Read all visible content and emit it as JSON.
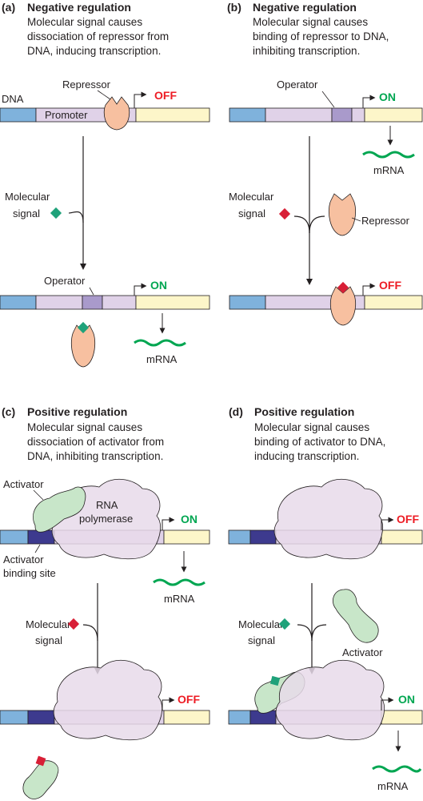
{
  "colors": {
    "dna_light_blue": "#7fb2dc",
    "promoter_lilac": "#e0d2e8",
    "operator_purple": "#a99acb",
    "gene_yellow": "#fdf6c9",
    "repressor_peach": "#f7c0a0",
    "activator_green": "#c8e6c9",
    "activator_site_navy": "#3d3a8e",
    "polymerase_lilac": "#e8dbea",
    "on_green": "#00a651",
    "off_red": "#ed1c24",
    "mrna_green": "#00a651",
    "signal_green": "#1fa27a",
    "signal_red": "#d81f36"
  },
  "panel_a": {
    "letter": "(a)",
    "title": "Negative regulation",
    "desc": [
      "Molecular signal causes",
      "dissociation of repressor from",
      "DNA, inducing transcription."
    ],
    "dna": "DNA",
    "promoter": "Promoter",
    "repressor": "Repressor",
    "off": "OFF",
    "signal": [
      "Molecular",
      "signal"
    ],
    "operator": "Operator",
    "on": "ON",
    "mrna": "mRNA"
  },
  "panel_b": {
    "letter": "(b)",
    "title": "Negative regulation",
    "desc": [
      "Molecular signal causes",
      "binding of repressor to DNA,",
      "inhibiting transcription."
    ],
    "operator": "Operator",
    "on": "ON",
    "mrna": "mRNA",
    "signal": [
      "Molecular",
      "signal"
    ],
    "repressor": "Repressor",
    "off": "OFF"
  },
  "panel_c": {
    "letter": "(c)",
    "title": "Positive regulation",
    "desc": [
      "Molecular signal causes",
      "dissociation of activator from",
      "DNA, inhibiting transcription."
    ],
    "activator": "Activator",
    "polymerase": [
      "RNA",
      "polymerase"
    ],
    "on": "ON",
    "binding_site": [
      "Activator",
      "binding site"
    ],
    "mrna": "mRNA",
    "signal": [
      "Molecular",
      "signal"
    ],
    "off": "OFF"
  },
  "panel_d": {
    "letter": "(d)",
    "title": "Positive regulation",
    "desc": [
      "Molecular signal causes",
      "binding of activator to DNA,",
      "inducing transcription."
    ],
    "off": "OFF",
    "signal": [
      "Molecular",
      "signal"
    ],
    "activator": "Activator",
    "on": "ON",
    "mrna": "mRNA"
  }
}
